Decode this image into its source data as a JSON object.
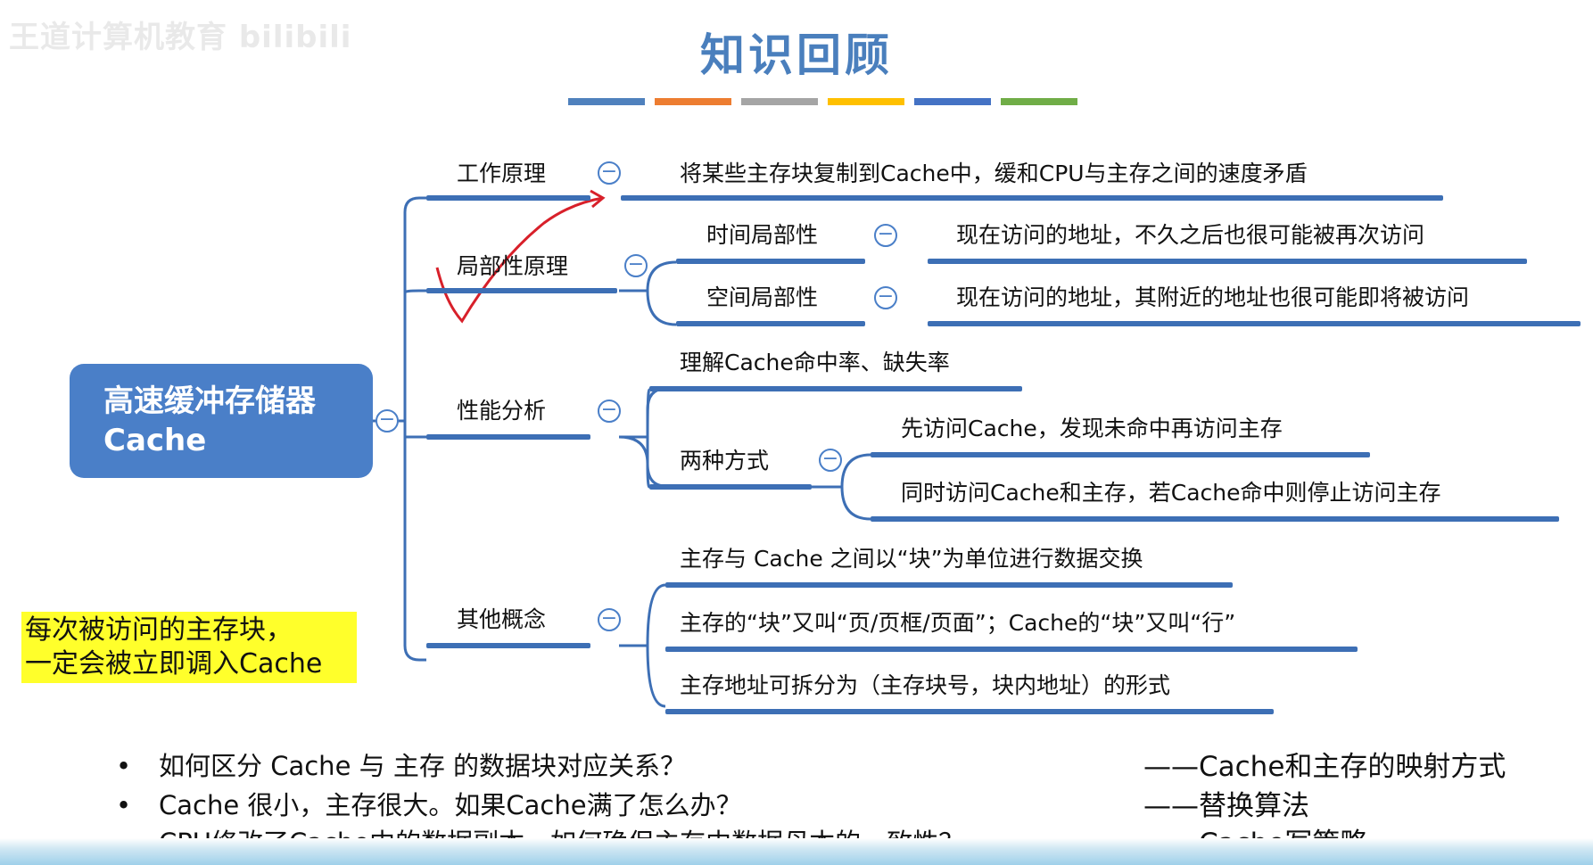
{
  "watermark": "王道计算机教育 bilibili",
  "title": "知识回顾",
  "title_bar_colors": [
    "#4f81bd",
    "#ed7d31",
    "#a5a5a5",
    "#ffc000",
    "#4472c4",
    "#70ad47"
  ],
  "root": {
    "line1": "高速缓冲存储器",
    "line2": "Cache"
  },
  "branches": {
    "work": {
      "label": "工作原理",
      "detail": "将某些主存块复制到Cache中，缓和CPU与主存之间的速度矛盾"
    },
    "locality": {
      "label": "局部性原理",
      "temporal": {
        "label": "时间局部性",
        "detail": "现在访问的地址，不久之后也很可能被再次访问"
      },
      "spatial": {
        "label": "空间局部性",
        "detail": "现在访问的地址，其附近的地址也很可能即将被访问"
      }
    },
    "performance": {
      "label": "性能分析",
      "hit_rate": "理解Cache命中率、缺失率",
      "two_ways": {
        "label": "两种方式",
        "way1": "先访问Cache，发现未命中再访问主存",
        "way2": "同时访问Cache和主存，若Cache命中则停止访问主存"
      }
    },
    "other": {
      "label": "其他概念",
      "c1": "主存与 Cache 之间以“块”为单位进行数据交换",
      "c2": "主存的“块”又叫“页/页框/页面”；Cache的“块”又叫“行”",
      "c3": "主存地址可拆分为（主存块号，块内地址）的形式"
    }
  },
  "note": {
    "line1": "每次被访问的主存块，",
    "line2": "一定会被立即调入Cache"
  },
  "collapse_symbol": "−",
  "bullet_symbol": "•",
  "questions": [
    {
      "q": "如何区分 Cache 与 主存 的数据块对应关系？",
      "a": "——Cache和主存的映射方式"
    },
    {
      "q": "Cache 很小，主存很大。如果Cache满了怎么办？",
      "a": "——替换算法"
    },
    {
      "q": "CPU修改了Cache中的数据副本，如何确保主存中数据母本的一致性？",
      "a": "——Cache写策略"
    }
  ]
}
